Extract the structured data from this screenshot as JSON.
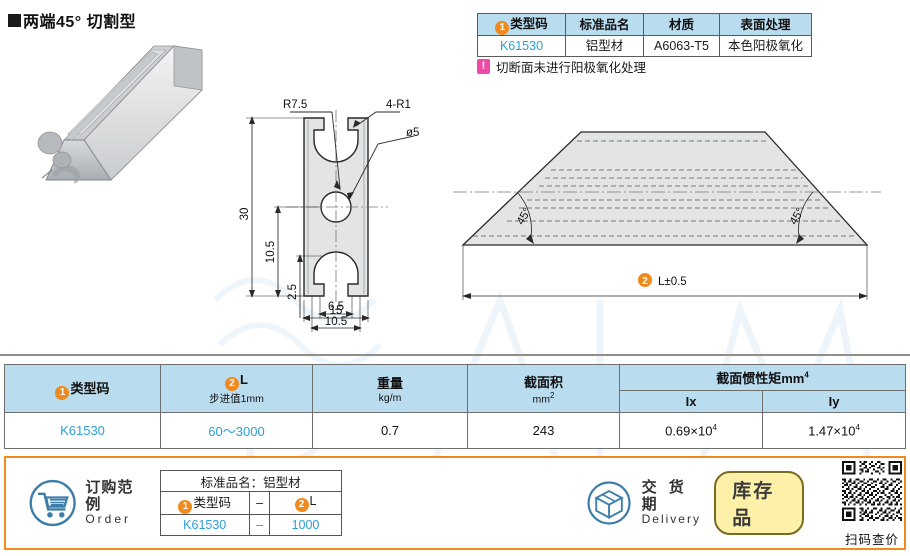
{
  "page": {
    "title_marker": "■",
    "title": "两端45° 切割型",
    "watermark": "ALCE"
  },
  "top_table": {
    "headers": [
      "类型码",
      "标准品名",
      "材质",
      "表面处理"
    ],
    "header_badge": "1",
    "row": [
      "K61530",
      "铝型材",
      "A6063-T5",
      "本色阳极氧化"
    ],
    "note_icon": "exclamation-icon",
    "note_icon_glyph": "!",
    "note": "切断面未进行阳极氧化处理"
  },
  "cross_section": {
    "labels": {
      "r75": "R7.5",
      "r1": "4-R1",
      "dia5": "ø5",
      "h30": "30",
      "h105": "10.5",
      "h25": "2.5",
      "w65": "6.5",
      "w105": "10.5",
      "w15": "15"
    }
  },
  "side_view": {
    "angle_left": "45°",
    "angle_right": "45°",
    "length_badge": "2",
    "length_label": "L±0.5"
  },
  "main_table": {
    "columns": [
      {
        "label": "类型码",
        "badge": "1",
        "sub": ""
      },
      {
        "label": "L",
        "badge": "2",
        "sub": "步进值1mm"
      },
      {
        "label": "重量",
        "badge": "",
        "sub": "kg/m"
      },
      {
        "label": "截面积",
        "badge": "",
        "sub": "mm2"
      },
      {
        "label": "截面惯性矩mm4",
        "badge": "",
        "sub": ""
      }
    ],
    "inertia_subcolumns": [
      "Ix",
      "Iy"
    ],
    "rows": [
      {
        "code": "K61530",
        "length": "60～3000",
        "weight": "0.7",
        "area": "243",
        "ix": "0.69×10",
        "ix_exp": "4",
        "iy": "1.47×10",
        "iy_exp": "4"
      }
    ]
  },
  "order_example": {
    "icon": "cart-icon",
    "label_cn": "订购范例",
    "label_en": "Order",
    "table_title": "标准品名：铝型材",
    "col_badges": [
      "1",
      "2"
    ],
    "col_labels": [
      "类型码",
      "L"
    ],
    "separator": "–",
    "values": [
      "K61530",
      "1000"
    ]
  },
  "delivery": {
    "icon": "box-icon",
    "label_cn": "交 货 期",
    "label_en": "Delivery",
    "badge": "库存品",
    "qr_icon": "qr-code-icon",
    "qr_caption": "扫码查价"
  },
  "colors": {
    "header_blue": "#badcef",
    "value_blue": "#2a9fd8",
    "accent_orange": "#f08a1e",
    "note_pink": "#ef4aa8",
    "stock_yellow": "#fdf0a8",
    "icon_steel": "#3d7ea8"
  }
}
